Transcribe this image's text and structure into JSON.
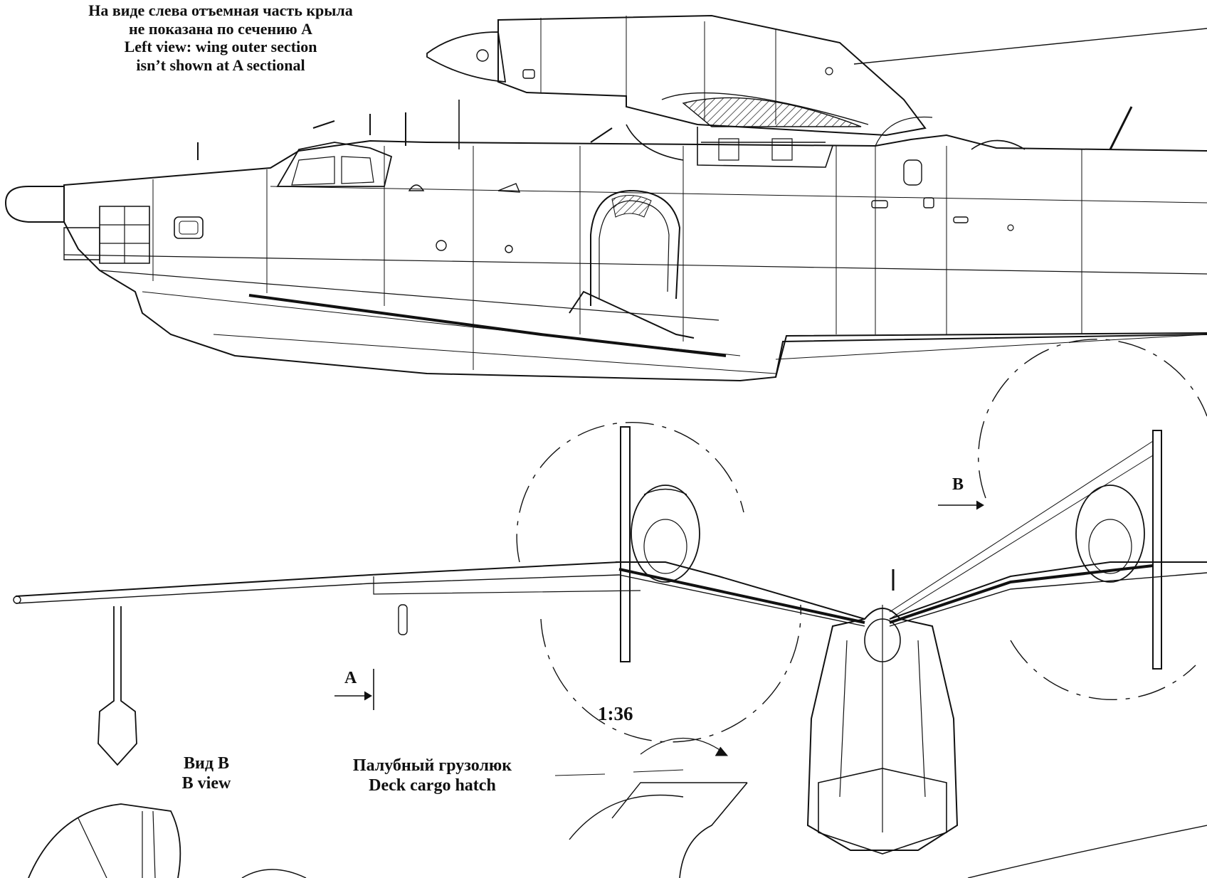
{
  "note": {
    "line1": "На виде слева отъемная часть крыла",
    "line2": "не показана по сечению А",
    "line3": "Left view: wing outer section",
    "line4": "isn’t shown at A sectional"
  },
  "labels": {
    "view_marker_b": "B",
    "section_marker_a": "A",
    "scale": "1:36",
    "view_b_ru": "Вид В",
    "view_b_en": "B view",
    "deck_hatch_ru": "Палубный грузолюк",
    "deck_hatch_en": "Deck cargo hatch"
  },
  "colors": {
    "ink": "#111111",
    "paper": "#ffffff"
  }
}
